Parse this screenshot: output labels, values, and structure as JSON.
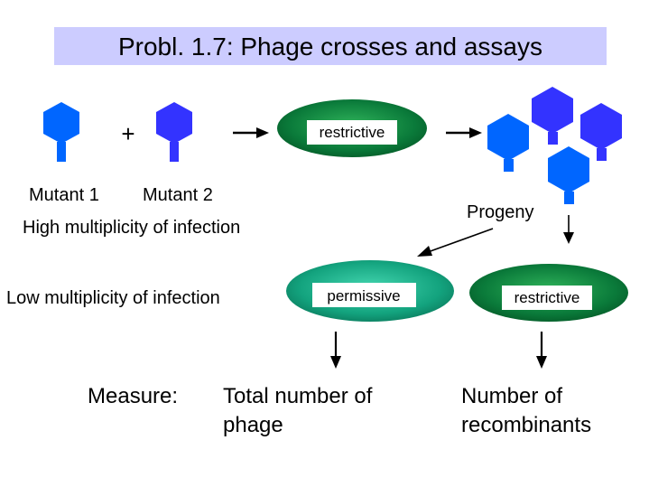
{
  "title": "Probl. 1.7: Phage crosses and assays",
  "plus_sign": "+",
  "mutant1_label": "Mutant 1",
  "mutant2_label": "Mutant 2",
  "high_moi_label": "High multiplicity of infection",
  "low_moi_label": "Low multiplicity of infection",
  "progeny_label": "Progeny",
  "plates": {
    "top": "restrictive",
    "left": "permissive",
    "right": "restrictive"
  },
  "measure_label": "Measure:",
  "result_left": [
    "Total number of",
    "phage"
  ],
  "result_right": [
    "Number of",
    "recombinants"
  ],
  "colors": {
    "title_band": "#ccccff",
    "mutant1": "#0066ff",
    "mutant2": "#3333ff",
    "restrictive_plate": "#0a7a3a",
    "permissive_plate": "#1aaa88"
  },
  "icons": {
    "phage": "phage-icon",
    "plate": "petri-plate-icon",
    "arrow": "arrow-icon"
  }
}
